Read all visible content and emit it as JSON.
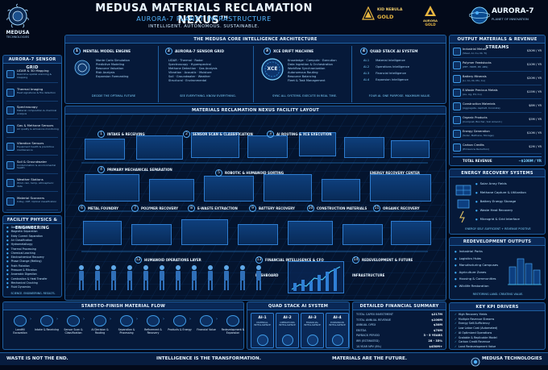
{
  "header": {
    "title": "MEDUSA MATERIALS RECLAMATION NEXUS™",
    "subtitle": "AURORA-7 PLANET INFRASTRUCTURE",
    "tagline": "INTELLIGENT. AUTONOMOUS. SUSTAINABLE.",
    "brand": "MEDUSA",
    "brand_sub": "TECHNOLOGIES",
    "kid_nebula": "KID NEBULA",
    "gold": "GOLD",
    "aurora_gold_1": "AURORA",
    "aurora_gold_2": "GOLD",
    "planet": "AURORA-7",
    "planet_sub": "PLANET OF INNOVATION"
  },
  "core": {
    "title": "THE MEDUSA CORE INTELLIGENCE ARCHITECTURE",
    "blocks": [
      {
        "num": "1",
        "title": "MENTAL MODEL ENGINE",
        "items": [
          "Monte Carlo Simulation",
          "Predictive Modeling",
          "Resource Valuation",
          "Risk Analysis",
          "Expansion Forecasting"
        ],
        "footer": "DECIDE THE OPTIMAL FUTURE"
      },
      {
        "num": "2",
        "title": "AURORA-7 SENSOR GRID",
        "items": [
          "LIDAR · Thermal · Radar",
          "Spectroscopy · Hyperspectral",
          "Methane Detection · Gas Analysis",
          "Vibration · Acoustic · Moisture",
          "Soil · Groundwater · Weather",
          "Structural · Environmental"
        ],
        "footer": "SEE EVERYTHING. KNOW EVERYTHING."
      },
      {
        "num": "3",
        "title": "XCE DRIFT MACHINE",
        "center": "XCE",
        "items": [
          "Knowledge · Compute · Execution",
          "Data Ingestion & Orchestration",
          "Workflow Synchronization",
          "Autonomous Routing",
          "Resource Balancing",
          "Fleet & Task Management"
        ],
        "footer": "SYNC ALL SYSTEMS. EXECUTE IN REAL TIME."
      },
      {
        "num": "4",
        "title": "QUAD STACK AI SYSTEM",
        "items": [
          {
            "code": "AI-1",
            "label": "Material Intelligence"
          },
          {
            "code": "AI-2",
            "label": "Operations Intelligence"
          },
          {
            "code": "AI-3",
            "label": "Financial Intelligence"
          },
          {
            "code": "AI-4",
            "label": "Expansion Intelligence"
          }
        ],
        "footer": "FOUR AI. ONE PURPOSE. MAXIMUM VALUE."
      }
    ]
  },
  "sensor_grid": {
    "title": "AURORA-7 SENSOR GRID",
    "items": [
      {
        "name": "LIDAR & 3D Mapping",
        "sub": "Real-time spatial scanning & mapping"
      },
      {
        "name": "Thermal Imaging",
        "sub": "Heat signatures & fire detection"
      },
      {
        "name": "Spectroscopy",
        "sub": "Material composition & chemical analysis"
      },
      {
        "name": "Gas & Methane Sensors",
        "sub": "Air quality & emissions monitoring"
      },
      {
        "name": "Vibration Sensors",
        "sub": "Equipment health & predictive maintenance"
      },
      {
        "name": "Soil & Groundwater",
        "sub": "Contamination & environmental health"
      },
      {
        "name": "Weather Stations",
        "sub": "Wind, rain, temp, atmospheric data"
      },
      {
        "name": "Material Scanners",
        "sub": "X-Ray, XRF, Optical classification"
      }
    ]
  },
  "physics": {
    "title": "FACILITY PHYSICS & ENGINEERING",
    "items": [
      "Density Separation",
      "Magnetic Separation",
      "Eddy Current Separation",
      "Air Classification",
      "Hydrometallurgy",
      "Thermal Processing",
      "Chemical Leaching",
      "Electrochemical Recovery",
      "Phase Change (Melting)",
      "Froth Flotation",
      "Pressure & Filtration",
      "Anaerobic Digestion",
      "Combustion & Heat Transfer",
      "Mechanical Crushing",
      "Fluid Dynamics"
    ],
    "footer": "SCIENCE. ENGINEERING. RESULTS."
  },
  "layout": {
    "title": "MATERIALS RECLAMATION NEXUS FACILITY LAYOUT",
    "stations": [
      {
        "num": "1",
        "label": "INTAKE & RECEIVING"
      },
      {
        "num": "2",
        "label": "SENSOR SCAN & CLASSIFICATION"
      },
      {
        "num": "3",
        "label": "AI ROUTING & XCE EXECUTION"
      },
      {
        "num": "4",
        "label": "PRIMARY MECHANICAL SEPARATION"
      },
      {
        "num": "5",
        "label": "ROBOTIC & HUMANOID SORTING"
      },
      {
        "num": "",
        "label": "ENERGY RECOVERY CENTER"
      },
      {
        "num": "6",
        "label": "METAL FOUNDRY"
      },
      {
        "num": "7",
        "label": "POLYMER RECOVERY"
      },
      {
        "num": "8",
        "label": "E-WASTE EXTRACTION"
      },
      {
        "num": "9",
        "label": "BATTERY RECOVERY"
      },
      {
        "num": "10",
        "label": "CONSTRUCTION MATERIALS"
      },
      {
        "num": "11",
        "label": "ORGANIC RECOVERY"
      },
      {
        "num": "12",
        "label": "HUMANOID OPERATIONS LAYER"
      },
      {
        "num": "13",
        "label": "FINANCIAL INTELLIGENCE & CFO DASHBOARD"
      },
      {
        "num": "14",
        "label": "REDEVELOPMENT & FUTURE INFRASTRUCTURE"
      }
    ]
  },
  "flow": {
    "title": "START-TO-FINISH MATERIAL FLOW",
    "steps": [
      "Landfill Excavation",
      "Intake & Receiving",
      "Sensor Scan & Classification",
      "AI Decision & Routing",
      "Separation & Processing",
      "Refinement & Recovery",
      "Products & Energy",
      "Financial Value",
      "Redevelopment & Expansion"
    ]
  },
  "quad": {
    "title": "QUAD STACK AI SYSTEM",
    "items": [
      {
        "code": "AI-1",
        "label": "MATERIAL INTELLIGENCE"
      },
      {
        "code": "AI-2",
        "label": "OPERATIONS INTELLIGENCE"
      },
      {
        "code": "AI-3",
        "label": "FINANCIAL INTELLIGENCE"
      },
      {
        "code": "AI-4",
        "label": "EXPANSION INTELLIGENCE"
      }
    ]
  },
  "finance": {
    "title": "DETAILED FINANCIAL SUMMARY",
    "rows": [
      {
        "k": "TOTAL CAPEX INVESTMENT",
        "v": "$217M"
      },
      {
        "k": "TOTAL ANNUAL REVENUE",
        "v": "$100M"
      },
      {
        "k": "ANNUAL OPEX",
        "v": "$30M"
      },
      {
        "k": "EBITDA",
        "v": "$70M"
      },
      {
        "k": "PAYBACK PERIOD",
        "v": "3 - 5 YEARS"
      },
      {
        "k": "IRR (ESTIMATED)",
        "v": "28 - 35%"
      },
      {
        "k": "10-YEAR NPV (8%)",
        "v": "$450M+"
      }
    ]
  },
  "revenue": {
    "title": "OUTPUT MATERIALS & REVENUE STREAMS",
    "items": [
      {
        "name": "Industrial Metals",
        "sub": "(Steel, Al, Cu, Ni, Ti)",
        "val": "$30M / YR"
      },
      {
        "name": "Polymer Feedstocks",
        "sub": "(PET, HDPE, PP, ABS)",
        "val": "$10M / YR"
      },
      {
        "name": "Battery Minerals",
        "sub": "(Li, Co, Ni, Mn, Cu)",
        "val": "$20M / YR"
      },
      {
        "name": "E-Waste Precious Metals",
        "sub": "(Au, Ag, Pd, Cu)",
        "val": "$15M / YR"
      },
      {
        "name": "Construction Materials",
        "sub": "(Aggregate, Asphalt, Concrete)",
        "val": "$8M / YR"
      },
      {
        "name": "Organic Products",
        "sub": "(Compost, Biochar, Soil Amend.)",
        "val": "$5M / YR"
      },
      {
        "name": "Energy Generation",
        "sub": "(Solar, Methane, Storage)",
        "val": "$10M / YR"
      },
      {
        "name": "Carbon Credits",
        "sub": "(Emissions Reduction)",
        "val": "$2M / YR"
      }
    ],
    "total_label": "TOTAL REVENUE",
    "total_value": "~$100M / YR"
  },
  "energy": {
    "title": "ENERGY RECOVERY SYSTEMS",
    "items": [
      "Solar Array Fields",
      "Methane Capture & Utilization",
      "Battery Energy Storage",
      "Waste Heat Recovery",
      "Microgrid & Grid Interface"
    ],
    "footer": "ENERGY SELF-SUFFICIENT + REVENUE POSITIVE"
  },
  "redev": {
    "title": "REDEVELOPMENT OUTPUTS",
    "items": [
      "Industrial Parks",
      "Logistics Hubs",
      "Manufacturing Campuses",
      "Agriculture Zones",
      "Housing & Communities",
      "Wildlife Restoration"
    ],
    "footer": "RESTORING LAND. CREATING VALUE."
  },
  "kpi": {
    "title": "KEY KPI DRIVERS",
    "items": [
      "High Recovery Yields",
      "Multiple Revenue Streams",
      "Energy Self-Sufficiency",
      "Low Labor Cost (Automated)",
      "AI Optimized Operations",
      "Scalable & Replicable Model",
      "Carbon Credit Revenue",
      "Land Redevelopment Value"
    ]
  },
  "footer": {
    "a": "WASTE IS NOT THE END.",
    "b": "INTELLIGENCE IS THE TRANSFORMATION.",
    "c": "MATERIALS ARE THE FUTURE.",
    "brand": "MEDUSA TECHNOLOGIES"
  },
  "colors": {
    "bg": "#030a1a",
    "accent": "#3fb0ff",
    "gold": "#e8b640"
  }
}
